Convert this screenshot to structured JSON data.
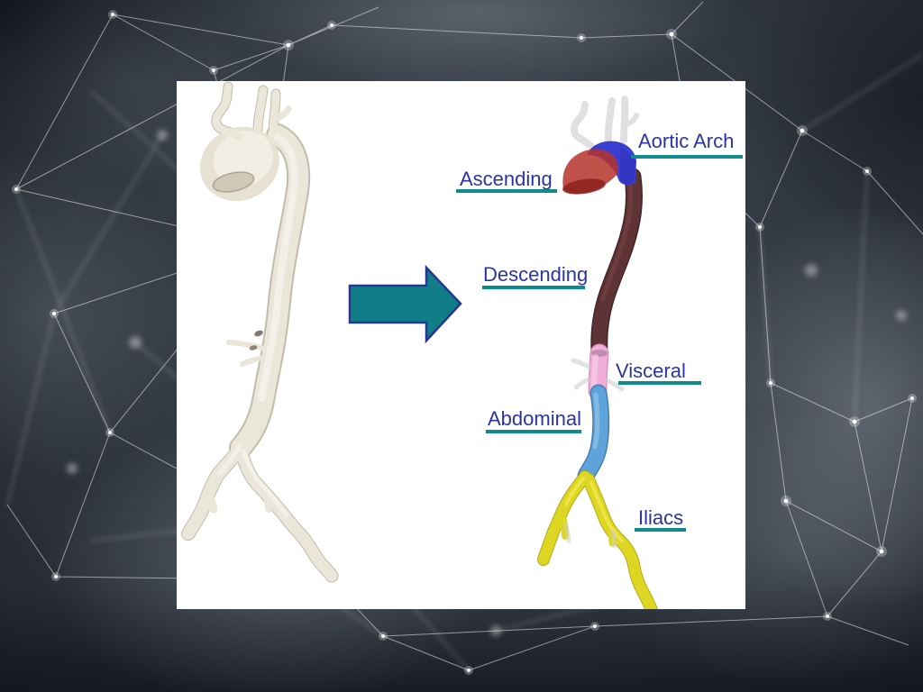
{
  "figure": {
    "panel_bg": "#ffffff",
    "source_model": {
      "name": "unsegmented-aorta",
      "color": "#eae6d9"
    },
    "arrow": {
      "name": "transform-arrow",
      "fill": "#0f7e87",
      "border": "#283593"
    },
    "label_style": {
      "text_color": "#2a34a4",
      "underline_color": "#0f8b8d"
    },
    "labels": [
      {
        "id": "aortic-arch",
        "text": "Aortic Arch"
      },
      {
        "id": "ascending",
        "text": "Ascending"
      },
      {
        "id": "descending",
        "text": "Descending"
      },
      {
        "id": "visceral",
        "text": "Visceral"
      },
      {
        "id": "abdominal",
        "text": "Abdominal"
      },
      {
        "id": "iliacs",
        "text": "Iliacs"
      }
    ],
    "segments": [
      {
        "id": "aortic-arch",
        "color": "#3a3fd2"
      },
      {
        "id": "ascending",
        "color": "#b5332b"
      },
      {
        "id": "descending",
        "color": "#5d3335"
      },
      {
        "id": "visceral",
        "color": "#f0aed9"
      },
      {
        "id": "abdominal",
        "color": "#5ea3d9"
      },
      {
        "id": "iliacs",
        "color": "#ddd622"
      }
    ]
  },
  "background": {
    "base_color": "#343b45",
    "node_color": "#ffffff"
  }
}
